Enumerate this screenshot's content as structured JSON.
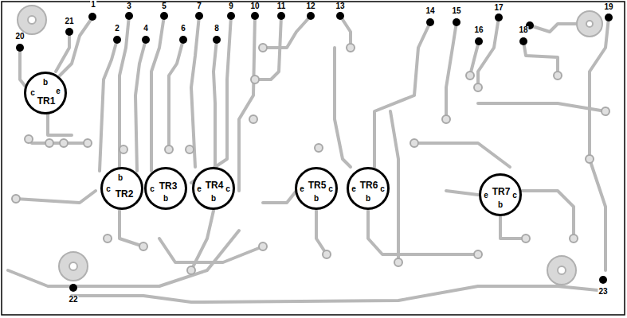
{
  "diagram": {
    "nodes": [
      {
        "text": [
          "b",
          "c",
          "e",
          "TR1"
        ]
      },
      {
        "text": [
          "b",
          "c",
          "TR2"
        ]
      },
      {
        "text": [
          "c",
          "TR3",
          "b"
        ]
      },
      {
        "text": [
          "e",
          "TR4",
          "c",
          "b"
        ]
      },
      {
        "text": [
          "e",
          "TR5",
          "c",
          "b"
        ]
      },
      {
        "text": [
          "e",
          "TR6",
          "c",
          "b"
        ]
      },
      {
        "text": [
          "e",
          "TR7",
          "c",
          "b"
        ]
      }
    ],
    "labels": [
      "1",
      "2",
      "3",
      "4",
      "5",
      "6",
      "7",
      "8",
      "9",
      "10",
      "11",
      "12",
      "13",
      "14",
      "15",
      "16",
      "17",
      "18",
      "19",
      "20",
      "21",
      "22",
      "23"
    ]
  }
}
